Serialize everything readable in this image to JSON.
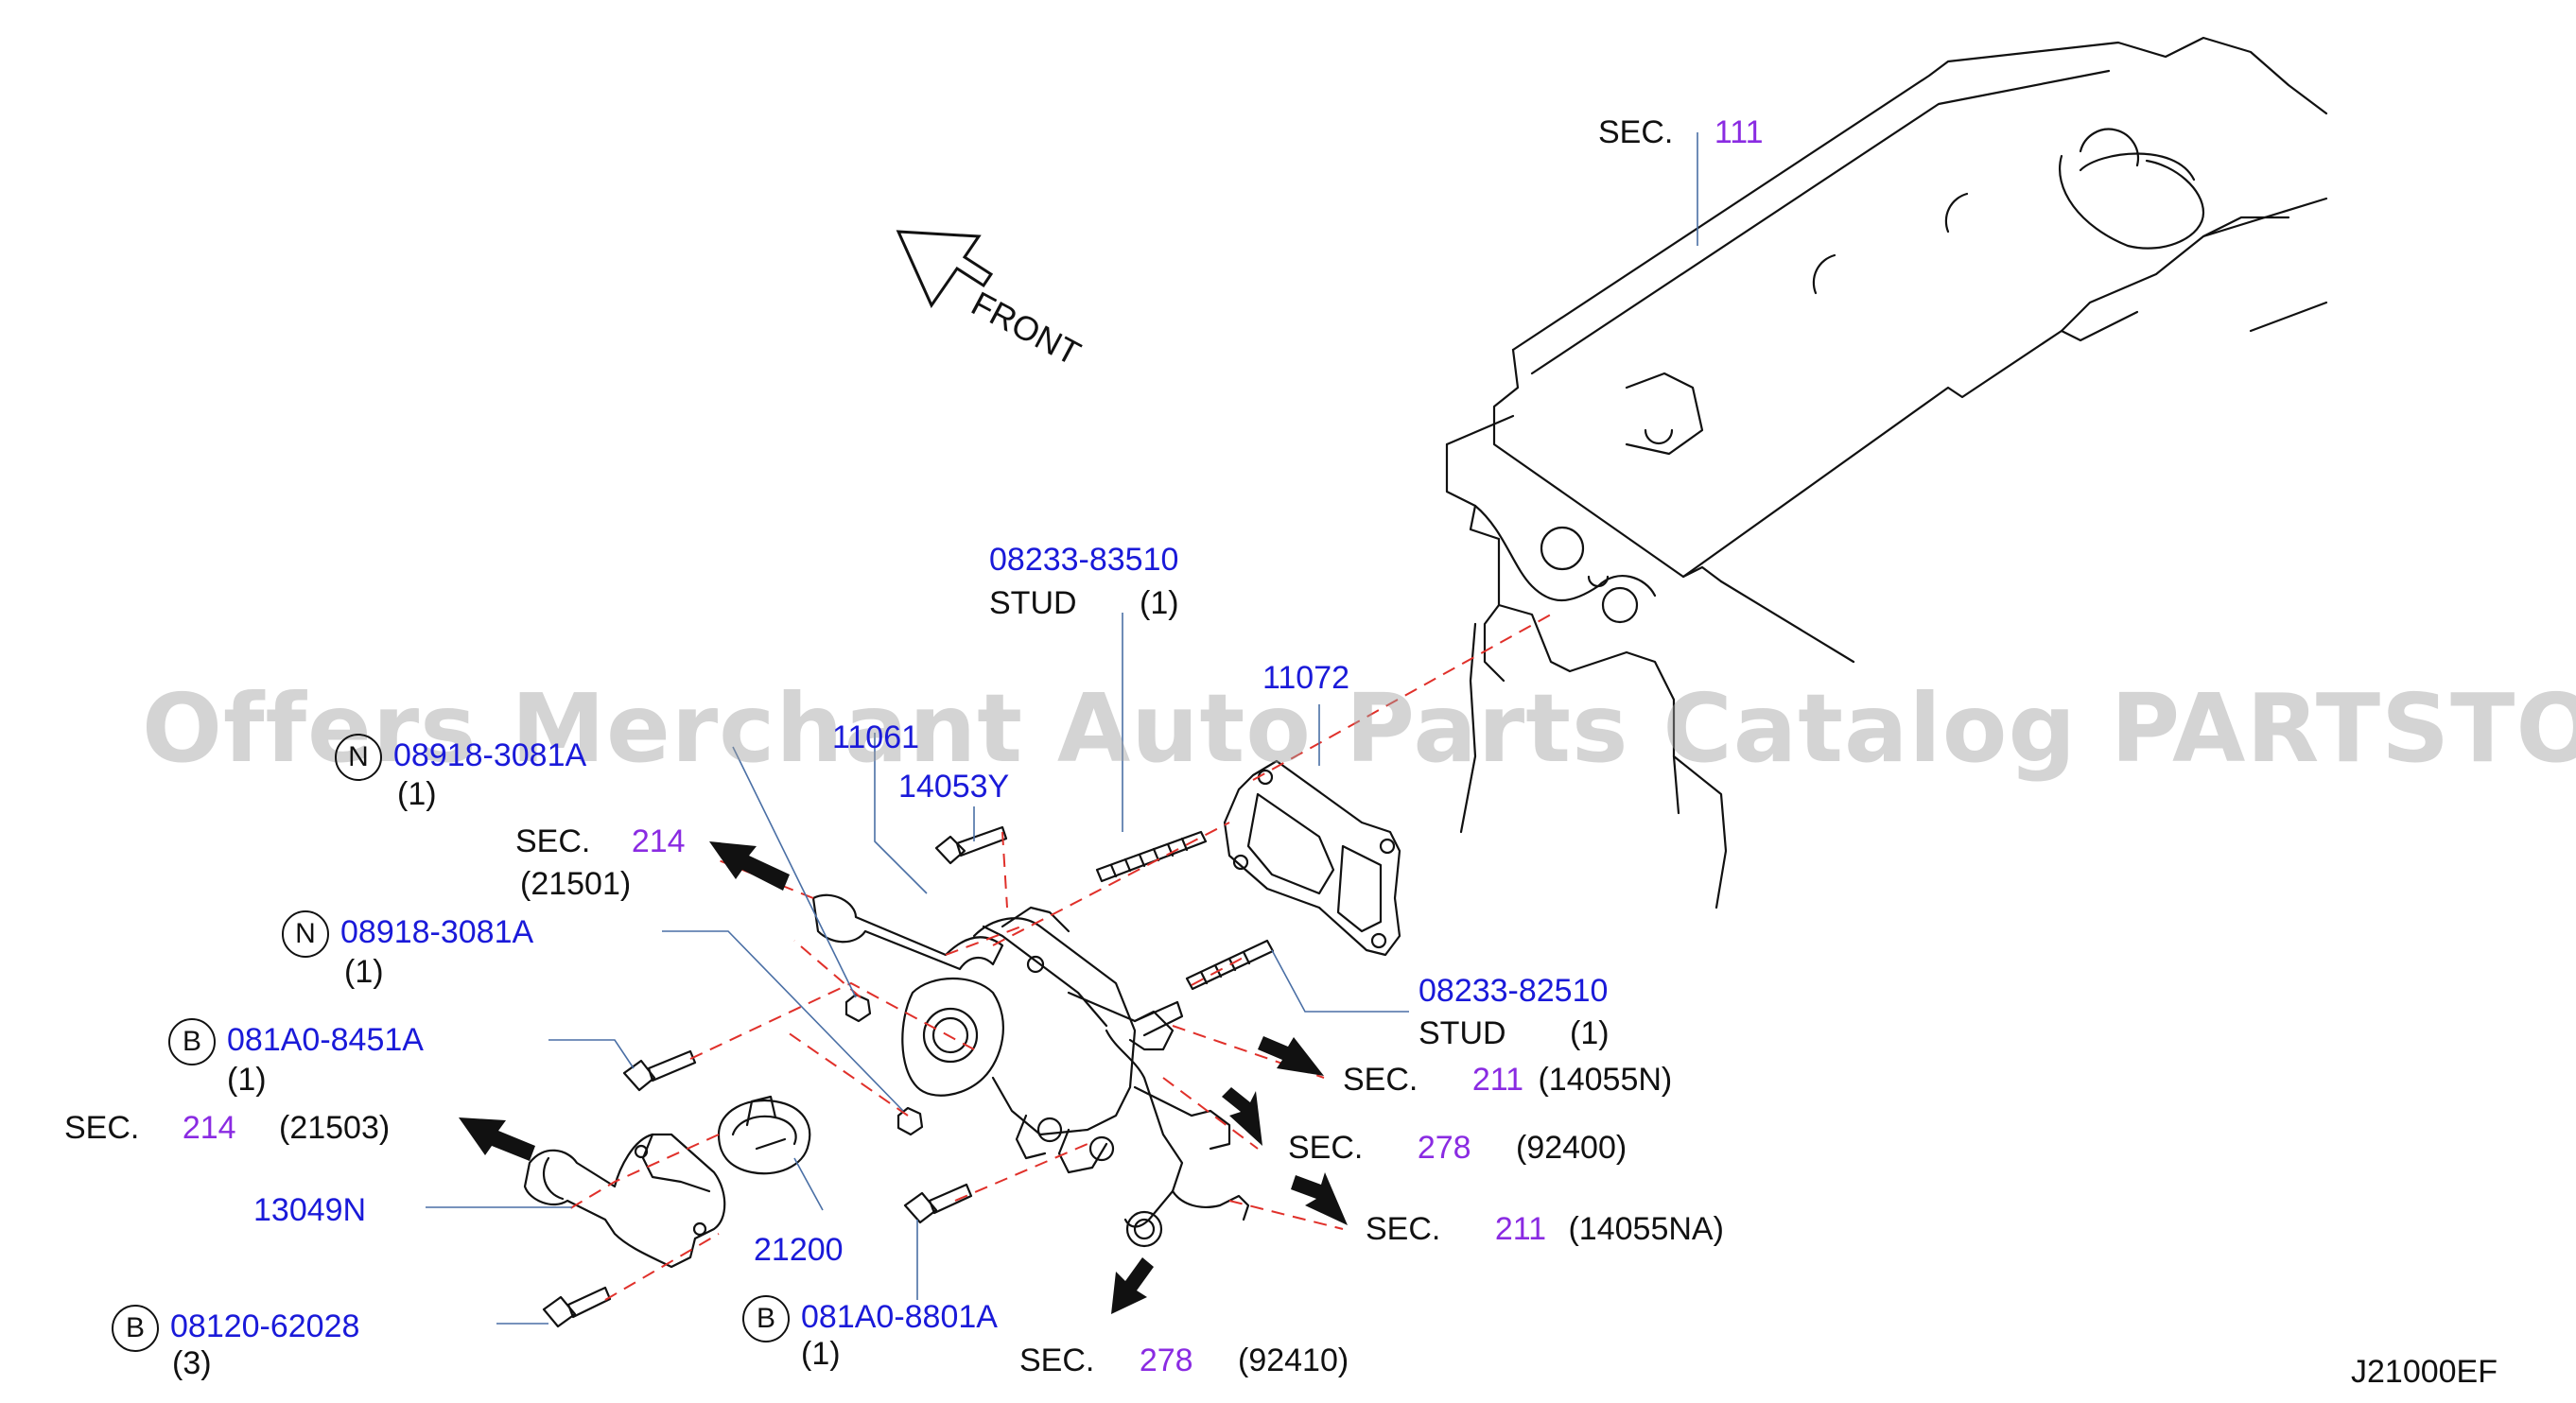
{
  "watermark": "Offers Merchant Auto Parts Catalog PARTSTORE.SA",
  "front_label": "FRONT",
  "diagram_code": "J21000EF",
  "sec_prefix": "SEC.",
  "callouts": {
    "sec111": {
      "num": "111"
    },
    "stud1": {
      "part": "08233-83510",
      "desc": "STUD",
      "qty": "(1)"
    },
    "p11072": {
      "part": "11072"
    },
    "p1106x": {
      "part": "11061"
    },
    "p14053y": {
      "part": "14053Y"
    },
    "n1": {
      "badge": "N",
      "part": "08918-3081A",
      "qty": "(1)"
    },
    "sec214a": {
      "num": "214",
      "ref": "(21501)"
    },
    "n2": {
      "badge": "N",
      "part": "08918-3081A",
      "qty": "(1)"
    },
    "b1": {
      "badge": "B",
      "part": "081A0-8451A",
      "qty": "(1)"
    },
    "sec214b": {
      "num": "214",
      "ref": "(21503)"
    },
    "p13049n": {
      "part": "13049N"
    },
    "p21200": {
      "part": "21200"
    },
    "b2": {
      "badge": "B",
      "part": "08120-62028",
      "qty": "(3)"
    },
    "b3": {
      "badge": "B",
      "part": "081A0-8801A",
      "qty": "(1)"
    },
    "stud2": {
      "part": "08233-82510",
      "desc": "STUD",
      "qty": "(1)"
    },
    "sec211a": {
      "num": "211",
      "ref": "(14055N)"
    },
    "sec278a": {
      "num": "278",
      "ref": "(92400)"
    },
    "sec211b": {
      "num": "211",
      "ref": "(14055NA)"
    },
    "sec278b": {
      "num": "278",
      "ref": "(92410)"
    }
  }
}
